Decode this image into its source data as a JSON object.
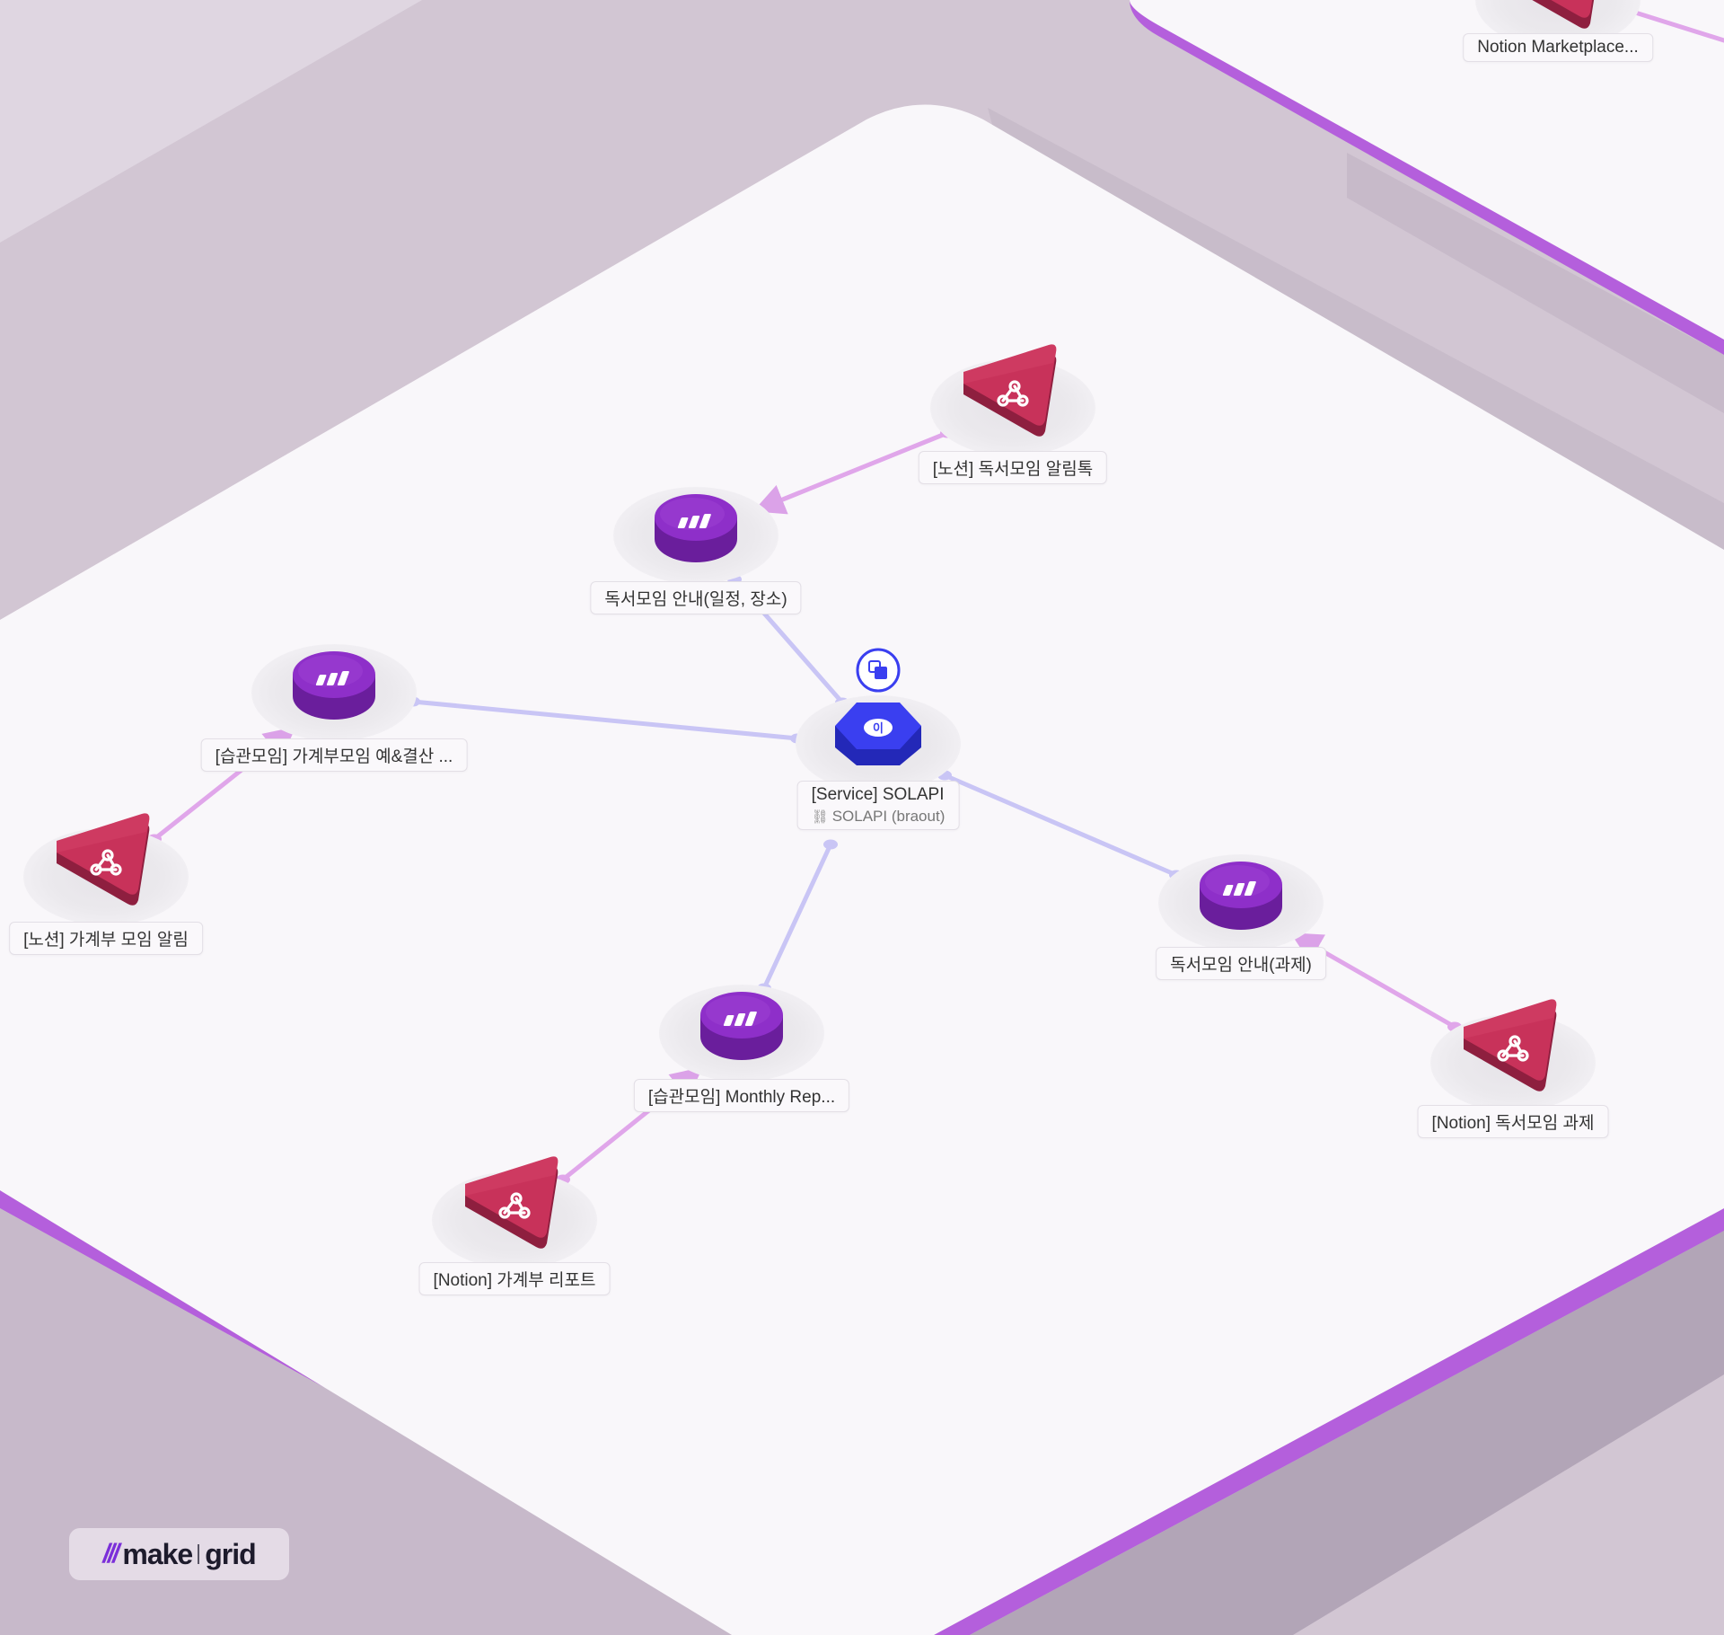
{
  "nodes": [
    {
      "id": "notion-reading-alimtalk",
      "type": "webhook",
      "label": "[노션] 독서모임 알림톡"
    },
    {
      "id": "reading-guide-schedule",
      "type": "scenario",
      "label": "독서모임 안내(일정, 장소)"
    },
    {
      "id": "habit-budget-settlement",
      "type": "scenario",
      "label": "[습관모임] 가계부모임 예&결산 ..."
    },
    {
      "id": "notion-budget-alert",
      "type": "webhook",
      "label": "[노션] 가계부 모임 알림"
    },
    {
      "id": "service-solapi",
      "type": "service",
      "label": "[Service] SOLAPI",
      "sublabel": "SOLAPI (braout)"
    },
    {
      "id": "reading-guide-assignment",
      "type": "scenario",
      "label": "독서모임 안내(과제)"
    },
    {
      "id": "notion-reading-assignment",
      "type": "webhook",
      "label": "[Notion] 독서모임 과제"
    },
    {
      "id": "habit-monthly-report",
      "type": "scenario",
      "label": "[습관모임] Monthly Rep..."
    },
    {
      "id": "notion-budget-report",
      "type": "webhook",
      "label": "[Notion] 가계부 리포트"
    },
    {
      "id": "notion-marketplace",
      "type": "webhook",
      "label": "Notion Marketplace..."
    }
  ],
  "edges": [
    {
      "from": "notion-reading-alimtalk",
      "to": "reading-guide-schedule"
    },
    {
      "from": "notion-budget-alert",
      "to": "habit-budget-settlement"
    },
    {
      "from": "notion-reading-assignment",
      "to": "reading-guide-assignment"
    },
    {
      "from": "notion-budget-report",
      "to": "habit-monthly-report"
    },
    {
      "from": "reading-guide-schedule",
      "to": "service-solapi"
    },
    {
      "from": "habit-budget-settlement",
      "to": "service-solapi"
    },
    {
      "from": "reading-guide-assignment",
      "to": "service-solapi"
    },
    {
      "from": "habit-monthly-report",
      "to": "service-solapi"
    }
  ],
  "icons": {
    "webhook": "webhook-icon",
    "scenario": "make-logo-icon",
    "service": "solapi-icon",
    "copy": "copy-icon",
    "link": "link-icon"
  },
  "colors": {
    "background": "#d2c6d3",
    "platform": "#f9f7fa",
    "platform_edge": "#b45fdc",
    "webhook": "#c8325a",
    "scenario": "#8e2fc9",
    "service": "#3a3ff0",
    "trigger_edge": "#e0a6ea",
    "service_edge": "#c9c5f5"
  },
  "logo": {
    "word_left": "make",
    "word_right": "grid"
  }
}
